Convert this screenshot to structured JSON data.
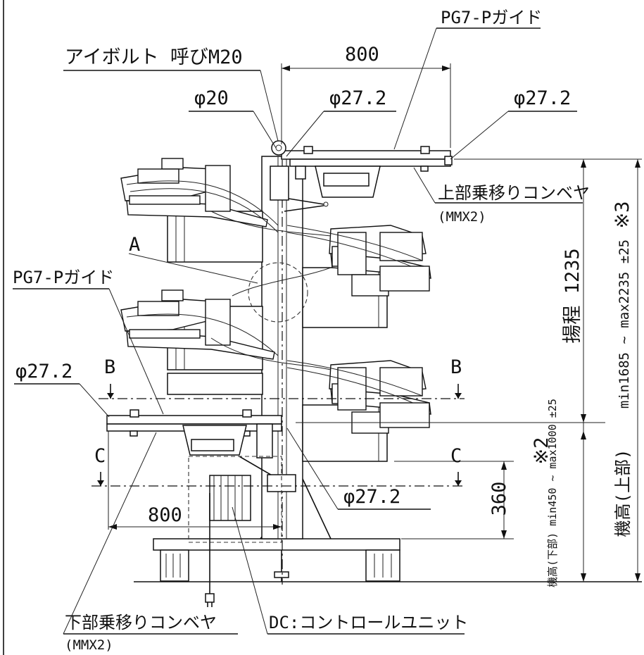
{
  "labels": {
    "eyebolt": "アイボルト 呼びM20",
    "phi20": "φ20",
    "phi27_top_left": "φ27.2",
    "phi27_top_right": "φ27.2",
    "guide_top": "PG7-Pガイド",
    "dim_top": "800",
    "upper_conveyor": "上部乗移りコンベヤ",
    "upper_conveyor_model": "(MMX2)",
    "note3": "※3",
    "lift": "揚程 1235",
    "height_range": "min1685 ~ max2235 ±25",
    "height_upper": "機高(上部)",
    "detail_a": "A",
    "guide_left": "PG7-Pガイド",
    "phi27_left": "φ27.2",
    "section_b_left": "B",
    "section_b_right": "B",
    "section_c_left": "C",
    "section_c_right": "C",
    "note2": "※2",
    "height_lower": "機高(下部) min450 ~ max1000 ±25",
    "phi27_bottom": "φ27.2",
    "dim_360": "360",
    "dim_bottom": "800",
    "lower_conveyor": "下部乗移りコンベヤ",
    "lower_conveyor_model": "(MMX2)",
    "control_unit": "DC:コントロールユニット"
  }
}
